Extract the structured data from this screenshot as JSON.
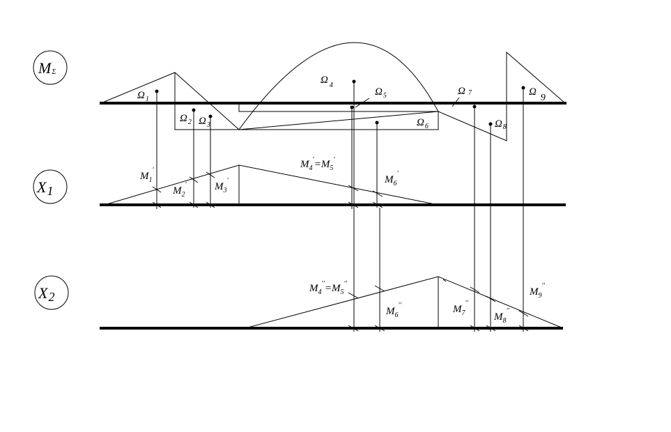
{
  "diagram": {
    "circle_labels": [
      {
        "name": "M",
        "sub": "Σ"
      },
      {
        "name": "X",
        "sub": "1"
      },
      {
        "name": "X",
        "sub": "2"
      }
    ],
    "areas": [
      {
        "sym": "Ω",
        "sub": "1"
      },
      {
        "sym": "Ω",
        "sub": "2"
      },
      {
        "sym": "Ω",
        "sub": "3"
      },
      {
        "sym": "Ω",
        "sub": "4"
      },
      {
        "sym": "Ω",
        "sub": "5"
      },
      {
        "sym": "Ω",
        "sub": "6"
      },
      {
        "sym": "Ω",
        "sub": "7"
      },
      {
        "sym": "Ω",
        "sub": "8"
      },
      {
        "sym": "Ω",
        "sub": "9"
      }
    ],
    "x1_ordinates": [
      {
        "name": "M",
        "sub": "1",
        "prime": "′"
      },
      {
        "name": "M",
        "sub": "2",
        "prime": "′"
      },
      {
        "name": "M",
        "sub": "3",
        "prime": "′"
      },
      {
        "name": "M",
        "sub": "6",
        "prime": "′"
      }
    ],
    "x1_equal": {
      "left": "M",
      "left_sub": "4",
      "eq": "=",
      "right": "M",
      "right_sub": "5",
      "prime": "′"
    },
    "x2_ordinates": [
      {
        "name": "M",
        "sub": "6",
        "prime": "′′"
      },
      {
        "name": "M",
        "sub": "7",
        "prime": "′′"
      },
      {
        "name": "M",
        "sub": "8",
        "prime": "′′"
      },
      {
        "name": "M",
        "sub": "9",
        "prime": "′′"
      }
    ],
    "x2_equal": {
      "left": "M",
      "left_sub": "4",
      "eq": "=",
      "right": "M",
      "right_sub": "5",
      "prime": "′′"
    }
  }
}
